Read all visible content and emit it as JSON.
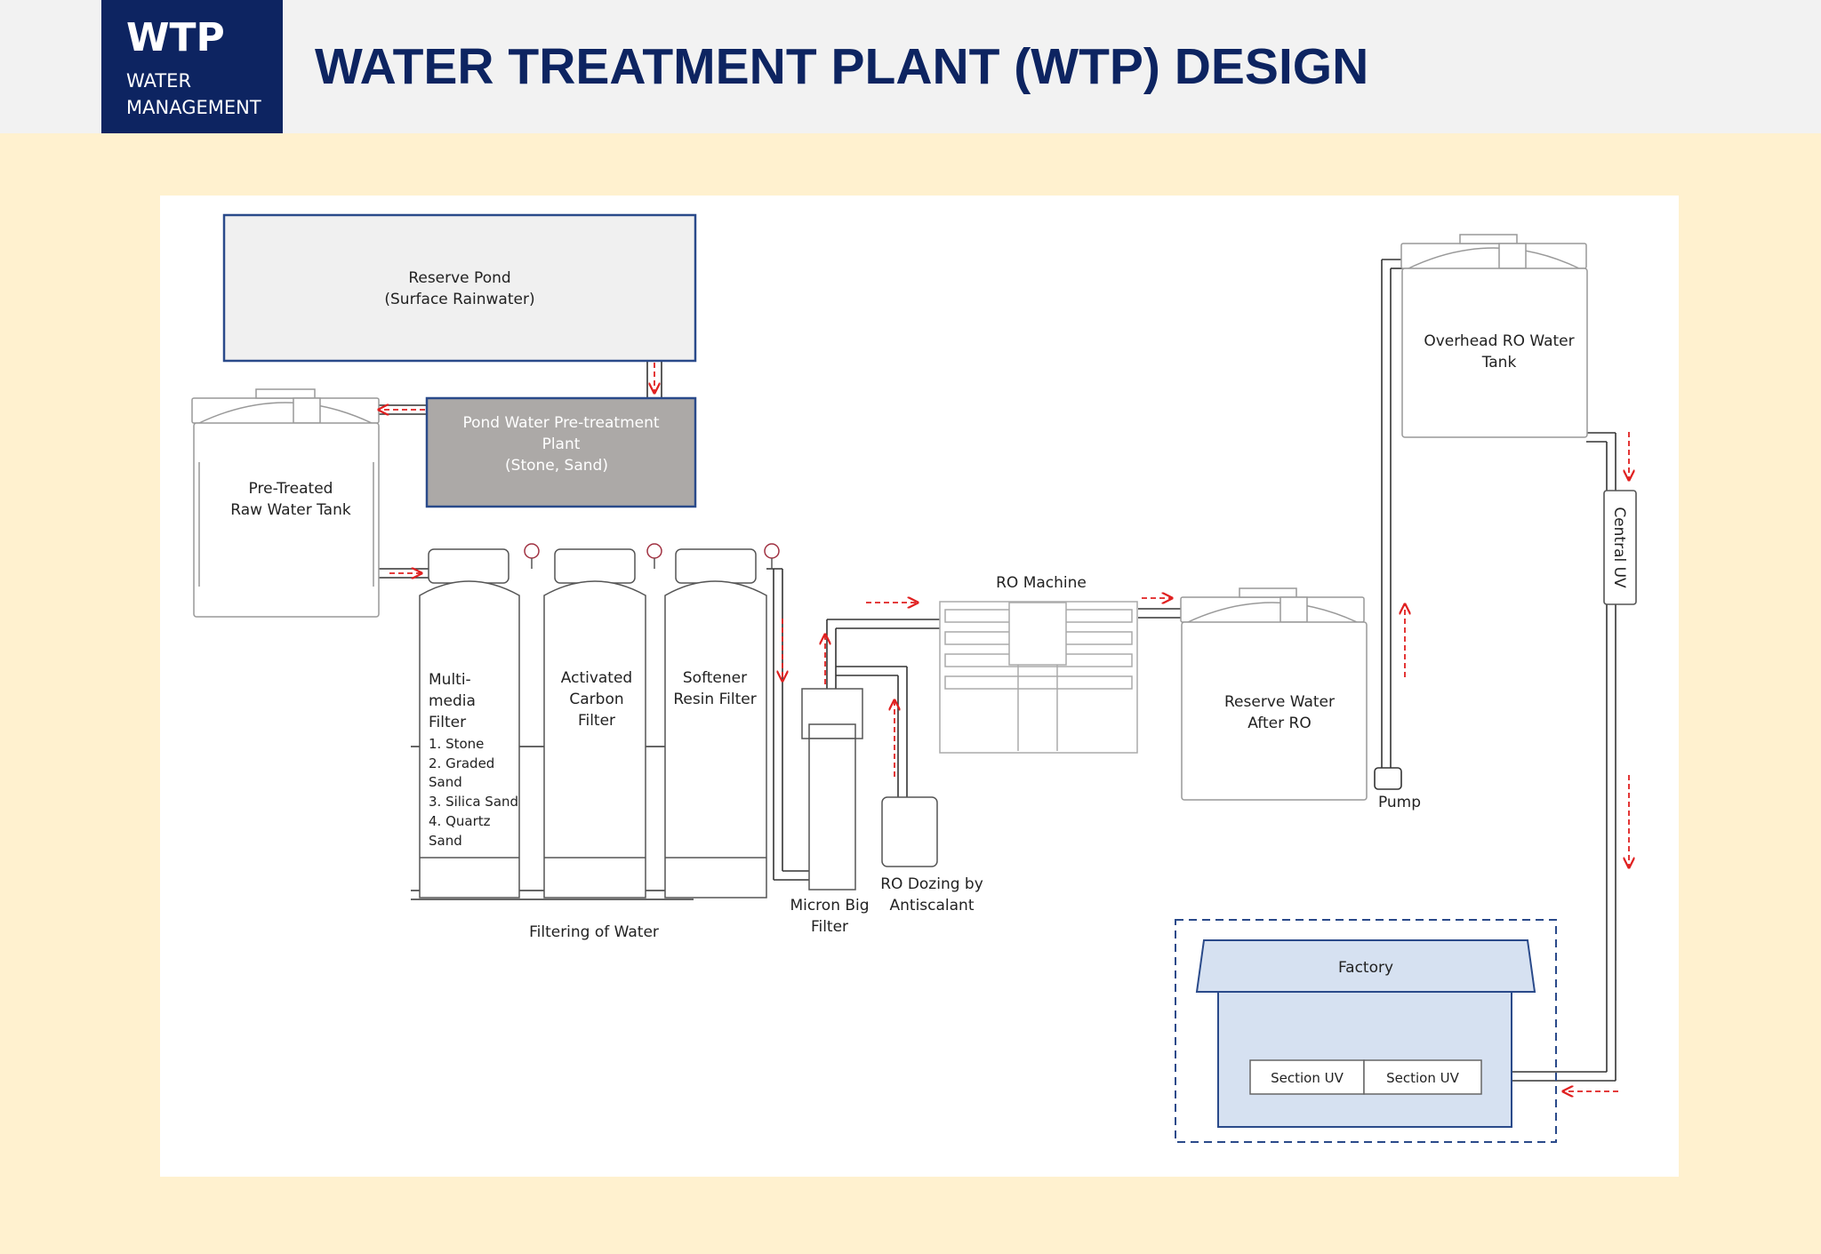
{
  "header": {
    "logo_title": "WTP",
    "logo_line1": "WATER",
    "logo_line2": "MANAGEMENT",
    "page_title": "WATER TREATMENT PLANT (WTP) DESIGN"
  },
  "colors": {
    "brand_navy": "#0d2461",
    "page_background": "#fff1cf",
    "flow_arrow": "#e02020",
    "pretreatment_fill": "#aca9a7",
    "factory_fill": "#d6e1f1"
  },
  "diagram": {
    "reserve_pond": {
      "line1": "Reserve Pond",
      "line2": "(Surface Rainwater)"
    },
    "pretreatment": {
      "line1": "Pond Water Pre-treatment",
      "line2": "Plant",
      "line3": "(Stone, Sand)"
    },
    "pretreated_tank": {
      "line1": "Pre-Treated",
      "line2": "Raw Water Tank"
    },
    "multimedia_filter": {
      "line1": "Multi-",
      "line2": "media",
      "line3": "Filter",
      "items": [
        "1. Stone",
        "2. Graded",
        "Sand",
        "3. Silica Sand",
        "4. Quartz",
        "Sand"
      ]
    },
    "carbon_filter": {
      "line1": "Activated",
      "line2": "Carbon",
      "line3": "Filter"
    },
    "softener_filter": {
      "line1": "Softener",
      "line2": "Resin Filter"
    },
    "filtering_label": "Filtering of Water",
    "micron_filter": {
      "line1": "Micron Big",
      "line2": "Filter"
    },
    "ro_dozing": {
      "line1": "RO Dozing by",
      "line2": "Antiscalant"
    },
    "ro_machine": "RO Machine",
    "reserve_after_ro": {
      "line1": "Reserve Water",
      "line2": "After RO"
    },
    "pump": "Pump",
    "overhead_tank": {
      "line1": "Overhead RO Water",
      "line2": "Tank"
    },
    "central_uv": "Central UV",
    "factory": "Factory",
    "section_uv_1": "Section UV",
    "section_uv_2": "Section UV"
  }
}
